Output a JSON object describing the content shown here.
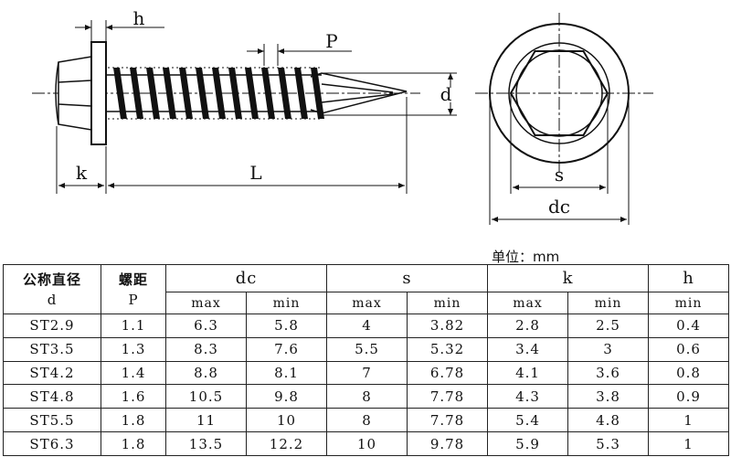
{
  "drawing": {
    "dim_h": "h",
    "dim_p": "P",
    "dim_d": "d",
    "dim_k": "k",
    "dim_l": "L",
    "dim_s": "s",
    "dim_dc": "dc"
  },
  "unit_label": "单位：mm",
  "table": {
    "col_d_cn": "公称直径",
    "col_d_sym": "d",
    "col_p_cn": "螺距",
    "col_p_sym": "P",
    "col_dc": "dc",
    "col_s": "s",
    "col_k": "k",
    "col_h": "h",
    "sub_max": "max",
    "sub_min": "min",
    "rows": [
      {
        "d": "ST2.9",
        "p": "1.1",
        "dc_max": "6.3",
        "dc_min": "5.8",
        "s_max": "4",
        "s_min": "3.82",
        "k_max": "2.8",
        "k_min": "2.5",
        "h_min": "0.4"
      },
      {
        "d": "ST3.5",
        "p": "1.3",
        "dc_max": "8.3",
        "dc_min": "7.6",
        "s_max": "5.5",
        "s_min": "5.32",
        "k_max": "3.4",
        "k_min": "3",
        "h_min": "0.6"
      },
      {
        "d": "ST4.2",
        "p": "1.4",
        "dc_max": "8.8",
        "dc_min": "8.1",
        "s_max": "7",
        "s_min": "6.78",
        "k_max": "4.1",
        "k_min": "3.6",
        "h_min": "0.8"
      },
      {
        "d": "ST4.8",
        "p": "1.6",
        "dc_max": "10.5",
        "dc_min": "9.8",
        "s_max": "8",
        "s_min": "7.78",
        "k_max": "4.3",
        "k_min": "3.8",
        "h_min": "0.9"
      },
      {
        "d": "ST5.5",
        "p": "1.8",
        "dc_max": "11",
        "dc_min": "10",
        "s_max": "8",
        "s_min": "7.78",
        "k_max": "5.4",
        "k_min": "4.8",
        "h_min": "1"
      },
      {
        "d": "ST6.3",
        "p": "1.8",
        "dc_max": "13.5",
        "dc_min": "12.2",
        "s_max": "10",
        "s_min": "9.78",
        "k_max": "5.9",
        "k_min": "5.3",
        "h_min": "1"
      }
    ]
  }
}
